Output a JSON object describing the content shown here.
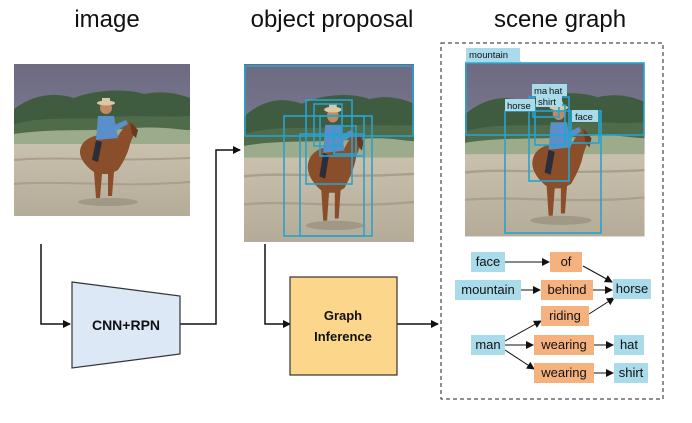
{
  "headers": {
    "image": "image",
    "object_proposal": "object proposal",
    "scene_graph": "scene graph"
  },
  "cnn_label": "CNN+RPN",
  "graph_inference": {
    "line1": "Graph",
    "line2": "Inference"
  },
  "image_box_labels": {
    "mountain": "mountain",
    "horse": "horse",
    "man": "man",
    "hat": "hat",
    "shirt": "shirt",
    "face": "face"
  },
  "scene_graph": {
    "objects": {
      "face": "face",
      "mountain": "mountain",
      "horse": "horse",
      "man": "man",
      "hat": "hat",
      "shirt": "shirt"
    },
    "relations": {
      "of": "of",
      "behind": "behind",
      "riding": "riding",
      "wearing1": "wearing",
      "wearing2": "wearing"
    }
  },
  "colors": {
    "object_node": "#a9dbea",
    "relation_node": "#f5b27f",
    "graph_inference_fill": "#fcd68a",
    "graph_inference_border": "#333333",
    "cnn_fill": "#dde8f7",
    "proposal_box": "#27a3cf",
    "dashed_border": "#222222"
  }
}
